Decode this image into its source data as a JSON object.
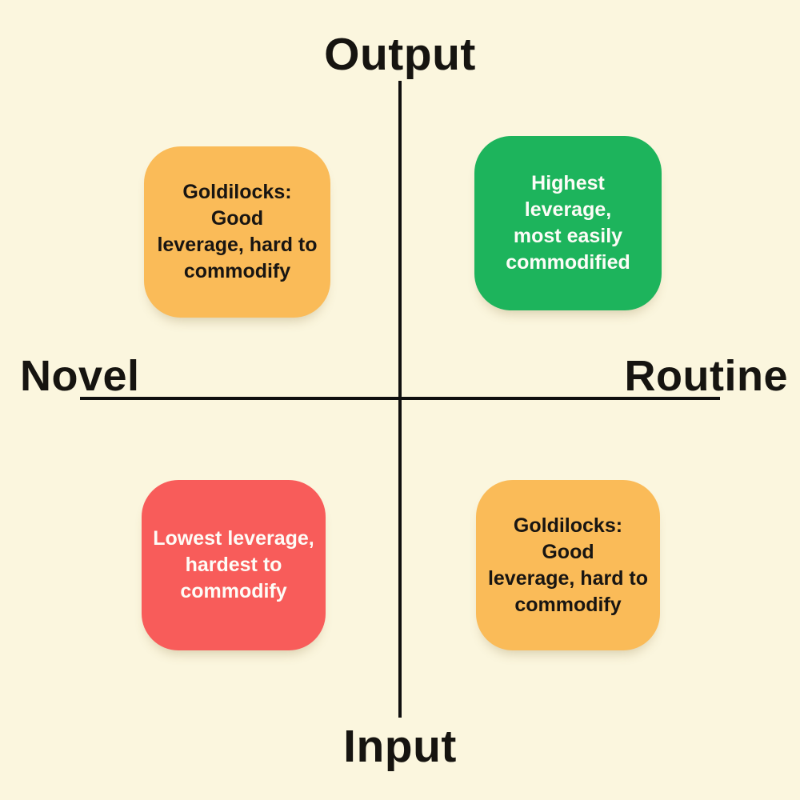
{
  "colors": {
    "background": "#FBF6DE",
    "axis_line": "#0F0F0F",
    "orange": "#FABB58",
    "green": "#1DB45C",
    "red": "#F85C5A",
    "dark_text": "#181512",
    "light_text": "#FDFCF7"
  },
  "axes": {
    "top": "Output",
    "bottom": "Input",
    "left": "Novel",
    "right": "Routine"
  },
  "quadrants": {
    "top_left": {
      "label": "Goldilocks: Good\nleverage, hard to\ncommodify",
      "bg": "#FABB58",
      "fg": "#181512"
    },
    "top_right": {
      "label": "Highest leverage,\nmost easily\ncommodified",
      "bg": "#1DB45C",
      "fg": "#FDFCF7"
    },
    "bottom_left": {
      "label": "Lowest leverage,\nhardest to\ncommodify",
      "bg": "#F85C5A",
      "fg": "#FDFCF7"
    },
    "bottom_right": {
      "label": "Goldilocks: Good\nleverage, hard to\ncommodify",
      "bg": "#FABB58",
      "fg": "#181512"
    }
  }
}
